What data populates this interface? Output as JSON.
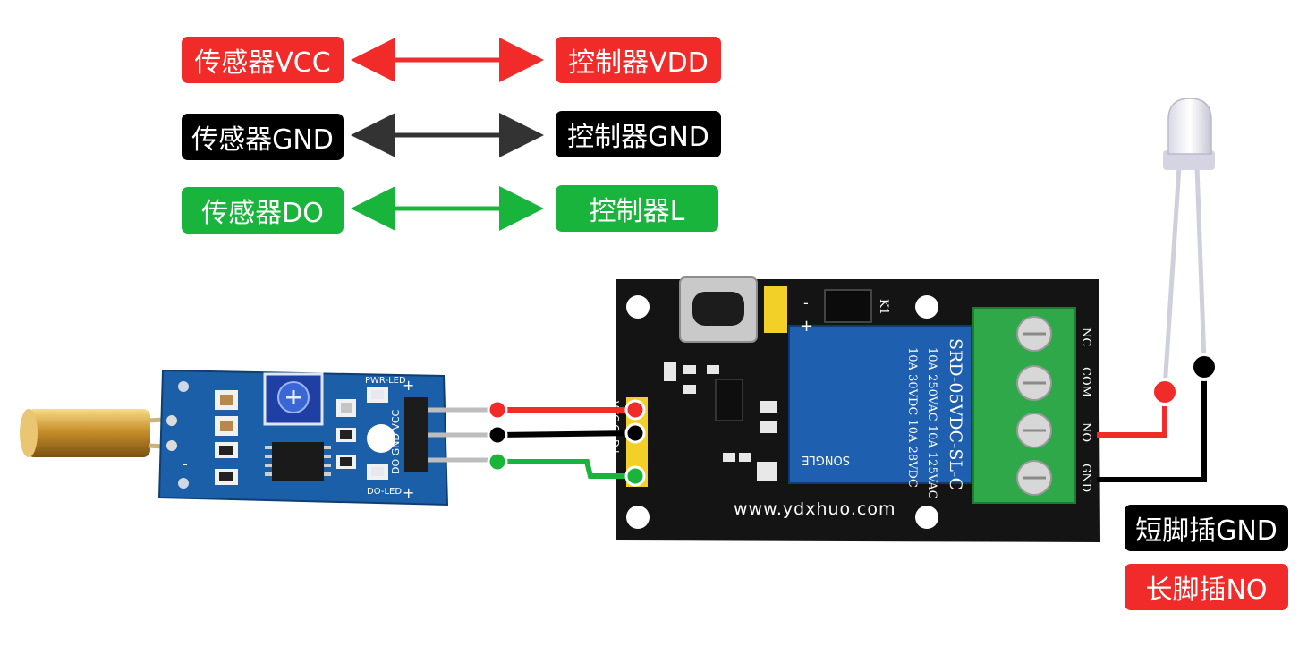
{
  "legend": {
    "vcc_sensor": "传感器VCC",
    "vcc_controller": "控制器VDD",
    "gnd_sensor": "传感器GND",
    "gnd_controller": "控制器GND",
    "do_sensor": "传感器DO",
    "do_controller": "控制器L"
  },
  "led": {
    "short_leg": "短脚插GND",
    "long_leg": "长脚插NO"
  },
  "sensor_board": {
    "pwr_led": "PWR-LED",
    "do_led": "DO-LED",
    "pins": "DO GND VCC",
    "plus_top": "+",
    "plus_bottom": "+",
    "minus": "-"
  },
  "relay_board": {
    "header_pins": "VCC GND L",
    "k1": "K1",
    "jumper_minus": "-",
    "jumper_plus": "+",
    "terminals": [
      "NC",
      "COM",
      "NO",
      "GND"
    ],
    "relay_model": "SRD-05VDC-SL-C",
    "relay_spec_1": "10A 250VAC  10A 125VAC",
    "relay_spec_2": "10A 30VDC  10A 28VDC",
    "relay_brand": "SONGLE",
    "watermark": "www.ydxhuo.com"
  },
  "colors": {
    "red": "#f12a2a",
    "black": "#000000",
    "green": "#19b43c",
    "relay_blue": "#1f5fb0",
    "sensor_blue": "#1b5fa8",
    "terminal_green": "#2fa84a"
  }
}
